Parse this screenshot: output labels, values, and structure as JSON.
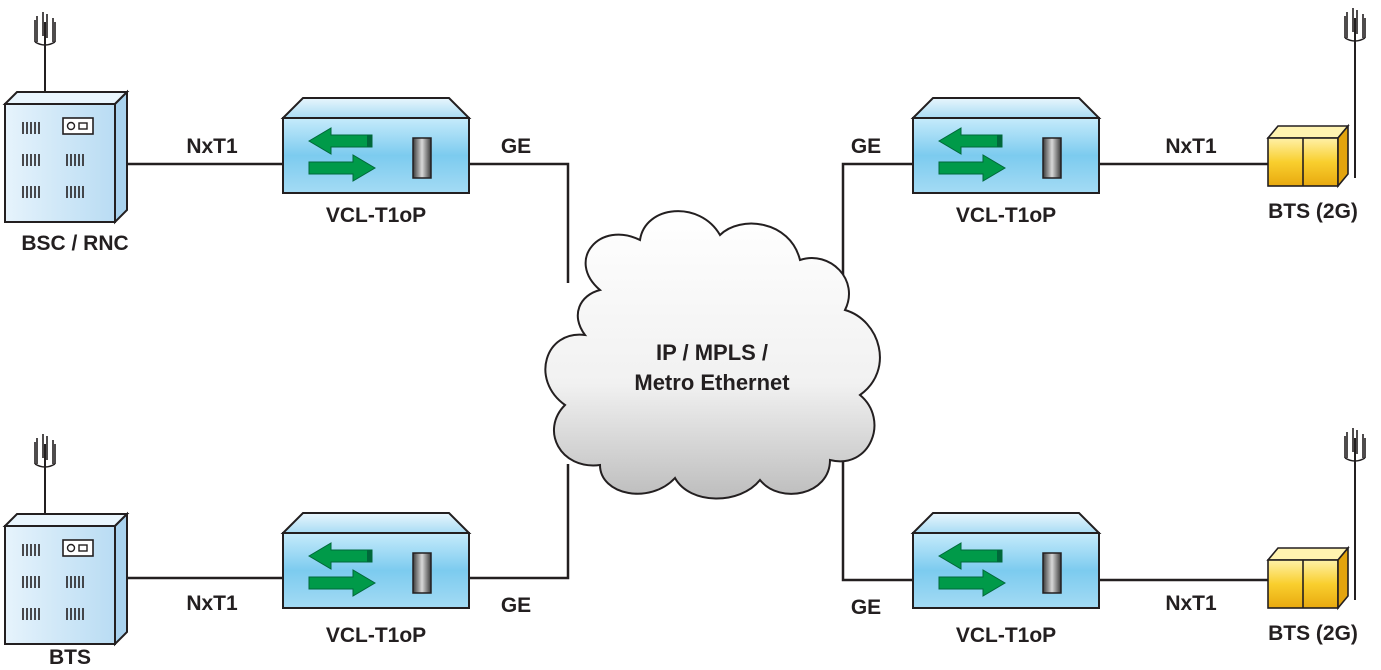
{
  "cloud": {
    "line1": "IP / MPLS /",
    "line2": "Metro Ethernet"
  },
  "nodes": {
    "bsc": {
      "label": "BSC / RNC"
    },
    "bts_left": {
      "label": "BTS"
    },
    "bts2g_top": {
      "label": "BTS (2G)"
    },
    "bts2g_bottom": {
      "label": "BTS (2G)"
    },
    "vcl_tl": {
      "label": "VCL-T1oP"
    },
    "vcl_bl": {
      "label": "VCL-T1oP"
    },
    "vcl_tr": {
      "label": "VCL-T1oP"
    },
    "vcl_br": {
      "label": "VCL-T1oP"
    }
  },
  "links": {
    "tl_t1": "NxT1",
    "tl_ge": "GE",
    "bl_t1": "NxT1",
    "bl_ge": "GE",
    "tr_ge": "GE",
    "tr_t1": "NxT1",
    "br_ge": "GE",
    "br_t1": "NxT1"
  },
  "colors": {
    "device_blue": "#8fd3f2",
    "arrow_green": "#009a49",
    "bts_yellow": "#f7c51d",
    "rack_blue": "#cde6f7"
  }
}
